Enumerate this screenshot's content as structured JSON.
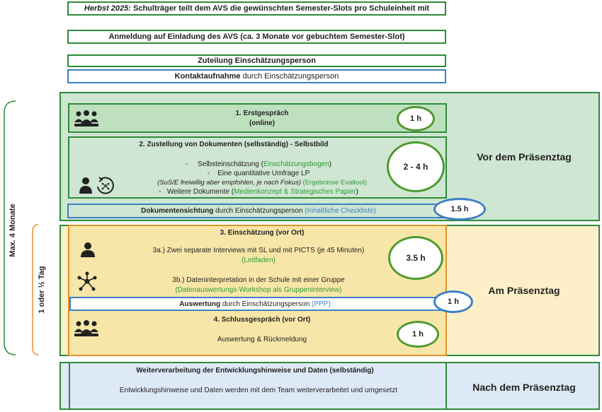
{
  "top": {
    "line1_italic": "Herbst 2025:",
    "line1_rest": " Schulträger teilt dem AVS die gewünschten Semester-Slots pro Schuleinheit mit",
    "line2": "Anmeldung auf Einladung des AVS (ca. 3 Monate vor gebuchtem Semester-Slot)",
    "line3": "Zuteilung Einschätzungsperson",
    "line4_bold": "Kontaktaufnahme",
    "line4_rest": " durch Einschätzungsperson"
  },
  "side": {
    "max_months": "Max. 4 Monate",
    "day": "1 oder ½ Tag"
  },
  "phase1": {
    "label": "Vor dem Präsenztag",
    "step1_title": "1. Erstgespräch",
    "step1_sub": "(online)",
    "step1_time": "1 h",
    "step2_title": "2. Zustellung von Dokumenten (selbständig) - Selbstbild",
    "step2_l1_a": "Selbsteinschätzung (",
    "step2_l1_link": "Einschätzungsbogen",
    "step2_l1_b": ")",
    "step2_l2": "Eine quantitative Umfrage LP",
    "step2_l3_a": "(SuS/E freiwillig aber empfohlen, je nach Fokus)",
    "step2_l3_link": "(Ergebnisse Evaltool)",
    "step2_l4_a": "Weitere Dokumente (",
    "step2_l4_link": "Medienkonzept & Strategisches Papier",
    "step2_l4_b": ")",
    "step2_time": "2 - 4 h",
    "review_bold": "Dokumentensichtung",
    "review_rest": " durch Einschätzungsperson ",
    "review_link": "(Inhaltliche Checkliste)",
    "review_time": "1.5 h"
  },
  "phase2": {
    "label": "Am Präsenztag",
    "step3_title": "3. Einschätzung (vor Ort)",
    "step3a_text": "3a.) Zwei separate Interviews mit SL und mit PICTS (je 45 Minuten)",
    "step3a_link": "(Leitfaden)",
    "step3b_text": "3b.) Dateninterpretation in der Schule mit einer Gruppe",
    "step3b_link": "(Datenauswertungs-Workshop als Gruppeninterview)",
    "step3_time": "3.5  h",
    "eval_bold": "Auswertung",
    "eval_rest": " durch Einschätzungsperson ",
    "eval_link": "(PPP)",
    "eval_time": "1 h",
    "step4_title": "4. Schlussgespräch (vor Ort)",
    "step4_sub": "Auswertung & Rückmeldung",
    "step4_time": "1 h"
  },
  "phase3": {
    "label": "Nach dem Präsenztag",
    "title": "Weiterverarbeitung der Entwicklungshinweise und Daten (selbständig)",
    "text": "Entwicklungshinweise und Daten werden mit dem Team weiterverarbeitet und umgesetzt"
  },
  "colors": {
    "green_border": "#2e8b3a",
    "phase1_bg": "#cfe6d2",
    "phase2_bg": "#fdf0c8",
    "phase3_bg": "#dde9f7",
    "blue_border": "#3d7fc4",
    "orange_border": "#e0922a"
  }
}
